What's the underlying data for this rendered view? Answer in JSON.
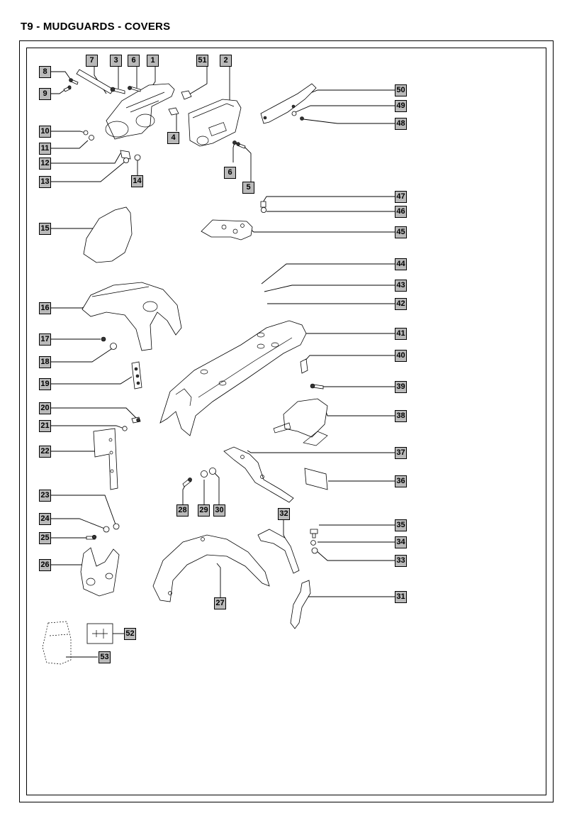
{
  "title": "T9 - MUDGUARDS - COVERS",
  "callouts": [
    {
      "id": "c1",
      "label": "1"
    },
    {
      "id": "c2",
      "label": "2"
    },
    {
      "id": "c3",
      "label": "3"
    },
    {
      "id": "c4",
      "label": "4"
    },
    {
      "id": "c5",
      "label": "5"
    },
    {
      "id": "c6a",
      "label": "6"
    },
    {
      "id": "c6b",
      "label": "6"
    },
    {
      "id": "c7",
      "label": "7"
    },
    {
      "id": "c8",
      "label": "8"
    },
    {
      "id": "c9",
      "label": "9"
    },
    {
      "id": "c10",
      "label": "10"
    },
    {
      "id": "c11",
      "label": "11"
    },
    {
      "id": "c12",
      "label": "12"
    },
    {
      "id": "c13",
      "label": "13"
    },
    {
      "id": "c14",
      "label": "14"
    },
    {
      "id": "c15",
      "label": "15"
    },
    {
      "id": "c16",
      "label": "16"
    },
    {
      "id": "c17",
      "label": "17"
    },
    {
      "id": "c18",
      "label": "18"
    },
    {
      "id": "c19",
      "label": "19"
    },
    {
      "id": "c20",
      "label": "20"
    },
    {
      "id": "c21",
      "label": "21"
    },
    {
      "id": "c22",
      "label": "22"
    },
    {
      "id": "c23",
      "label": "23"
    },
    {
      "id": "c24",
      "label": "24"
    },
    {
      "id": "c25",
      "label": "25"
    },
    {
      "id": "c26",
      "label": "26"
    },
    {
      "id": "c27",
      "label": "27"
    },
    {
      "id": "c28",
      "label": "28"
    },
    {
      "id": "c29",
      "label": "29"
    },
    {
      "id": "c30",
      "label": "30"
    },
    {
      "id": "c31",
      "label": "31"
    },
    {
      "id": "c32",
      "label": "32"
    },
    {
      "id": "c33",
      "label": "33"
    },
    {
      "id": "c34",
      "label": "34"
    },
    {
      "id": "c35",
      "label": "35"
    },
    {
      "id": "c36",
      "label": "36"
    },
    {
      "id": "c37",
      "label": "37"
    },
    {
      "id": "c38",
      "label": "38"
    },
    {
      "id": "c39",
      "label": "39"
    },
    {
      "id": "c40",
      "label": "40"
    },
    {
      "id": "c41",
      "label": "41"
    },
    {
      "id": "c42",
      "label": "42"
    },
    {
      "id": "c43",
      "label": "43"
    },
    {
      "id": "c44",
      "label": "44"
    },
    {
      "id": "c45",
      "label": "45"
    },
    {
      "id": "c46",
      "label": "46"
    },
    {
      "id": "c47",
      "label": "47"
    },
    {
      "id": "c48",
      "label": "48"
    },
    {
      "id": "c49",
      "label": "49"
    },
    {
      "id": "c50",
      "label": "50"
    },
    {
      "id": "c51",
      "label": "51"
    },
    {
      "id": "c52",
      "label": "52"
    },
    {
      "id": "c53",
      "label": "53"
    }
  ]
}
